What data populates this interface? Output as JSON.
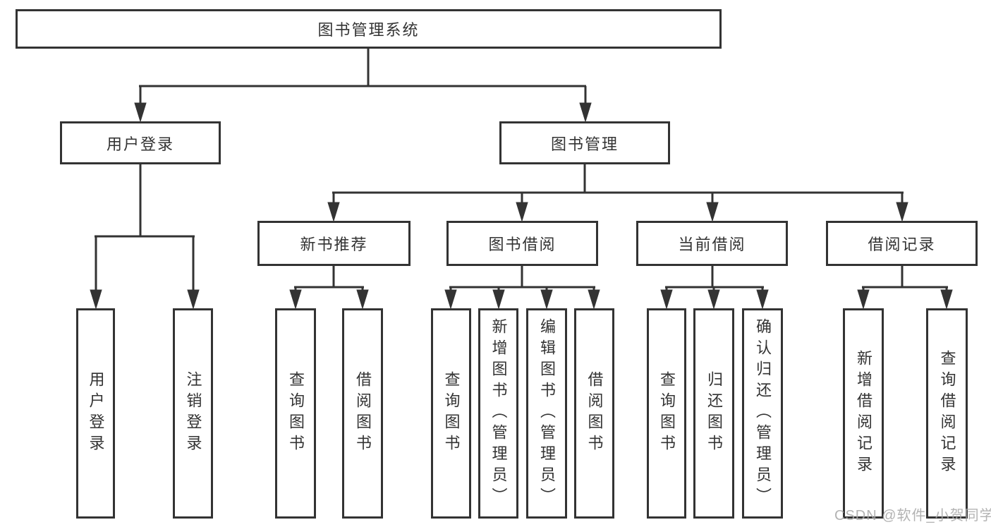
{
  "diagram": {
    "type": "tree",
    "title": "图书管理系统",
    "tree": {
      "label": "图书管理系统",
      "children": [
        {
          "label": "用户登录",
          "children": [
            {
              "label": "用户登录"
            },
            {
              "label": "注销登录"
            }
          ]
        },
        {
          "label": "图书管理",
          "children": [
            {
              "label": "新书推荐",
              "children": [
                {
                  "label": "查询图书"
                },
                {
                  "label": "借阅图书"
                }
              ]
            },
            {
              "label": "图书借阅",
              "children": [
                {
                  "label": "查询图书"
                },
                {
                  "label": "新增图书（管理员）"
                },
                {
                  "label": "编辑图书（管理员）"
                },
                {
                  "label": "借阅图书"
                }
              ]
            },
            {
              "label": "当前借阅",
              "children": [
                {
                  "label": "查询图书"
                },
                {
                  "label": "归还图书"
                },
                {
                  "label": "确认归还（管理员）"
                }
              ]
            },
            {
              "label": "借阅记录",
              "children": [
                {
                  "label": "新增借阅记录"
                },
                {
                  "label": "查询借阅记录"
                }
              ]
            }
          ]
        }
      ]
    },
    "colors": {
      "line": "#333333",
      "text": "#333333",
      "background": "#ffffff",
      "watermark": "#a8a8a8"
    }
  },
  "watermark": "CSDN @软件_小贺同学"
}
